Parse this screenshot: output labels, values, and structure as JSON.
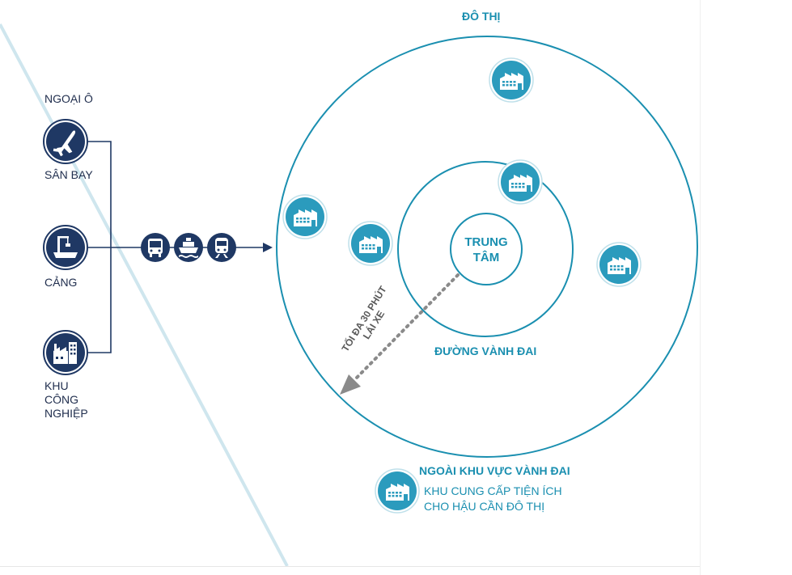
{
  "header": {
    "city_label": "ĐÔ THỊ"
  },
  "suburb": {
    "title": "NGOẠI Ô",
    "nodes": [
      {
        "label": "SÂN BAY",
        "icon": "airplane-icon"
      },
      {
        "label": "CẢNG",
        "icon": "port-crane-icon"
      },
      {
        "label_lines": [
          "KHU",
          "CÔNG",
          "NGHIỆP"
        ],
        "icon": "factory-icon"
      }
    ]
  },
  "transport": {
    "icons": [
      "truck-icon",
      "ship-icon",
      "train-icon"
    ]
  },
  "city": {
    "center_lines": [
      "TRUNG",
      "TÂM"
    ],
    "ring_road_label": "ĐƯỜNG VÀNH ĐAI",
    "max_drive_lines": [
      "TỐI ĐA 30 PHÚT",
      "LÁI XE"
    ]
  },
  "outside": {
    "title": "NGOÀI KHU VỰC VÀNH ĐAI",
    "description_lines": [
      "KHU CUNG CẤP TIỆN ÍCH",
      "CHO HẬU CẦN ĐÔ THỊ"
    ]
  },
  "colors": {
    "navy": "#1f3864",
    "teal": "#1a8fb0",
    "warehouse_fill": "#2b9bbd",
    "diagonal": "#cfe6ee"
  }
}
